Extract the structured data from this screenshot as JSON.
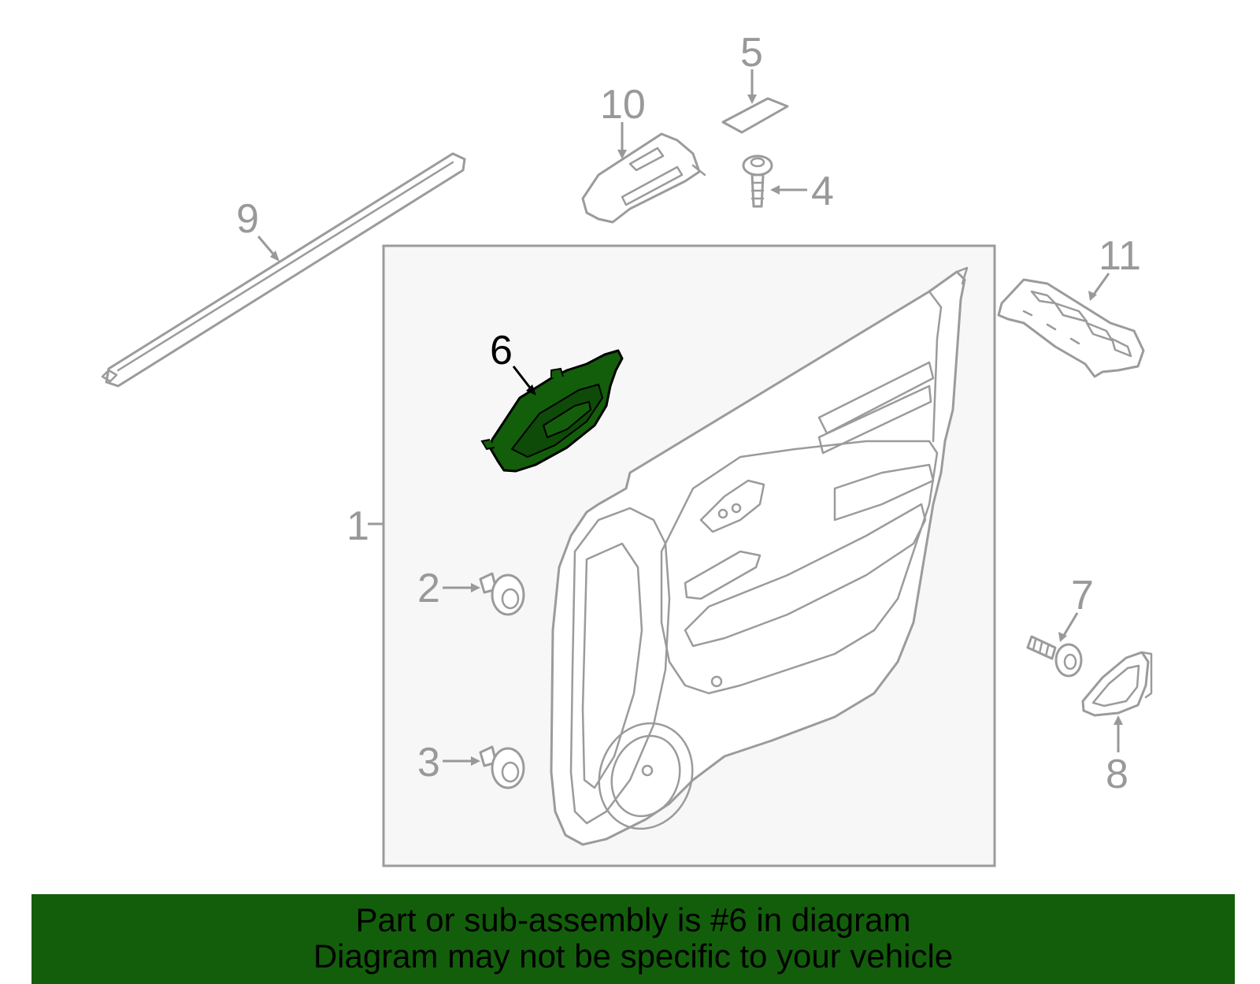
{
  "diagram": {
    "highlight_color": "#135e0b",
    "highlighted_part": "6",
    "callouts": {
      "c1": "1",
      "c2": "2",
      "c3": "3",
      "c4": "4",
      "c5": "5",
      "c6": "6",
      "c7": "7",
      "c8": "8",
      "c9": "9",
      "c10": "10",
      "c11": "11"
    }
  },
  "banner": {
    "line1": "Part or sub-assembly is #6 in diagram",
    "line2": "Diagram may not be specific to your vehicle",
    "background": "#135e0b"
  }
}
